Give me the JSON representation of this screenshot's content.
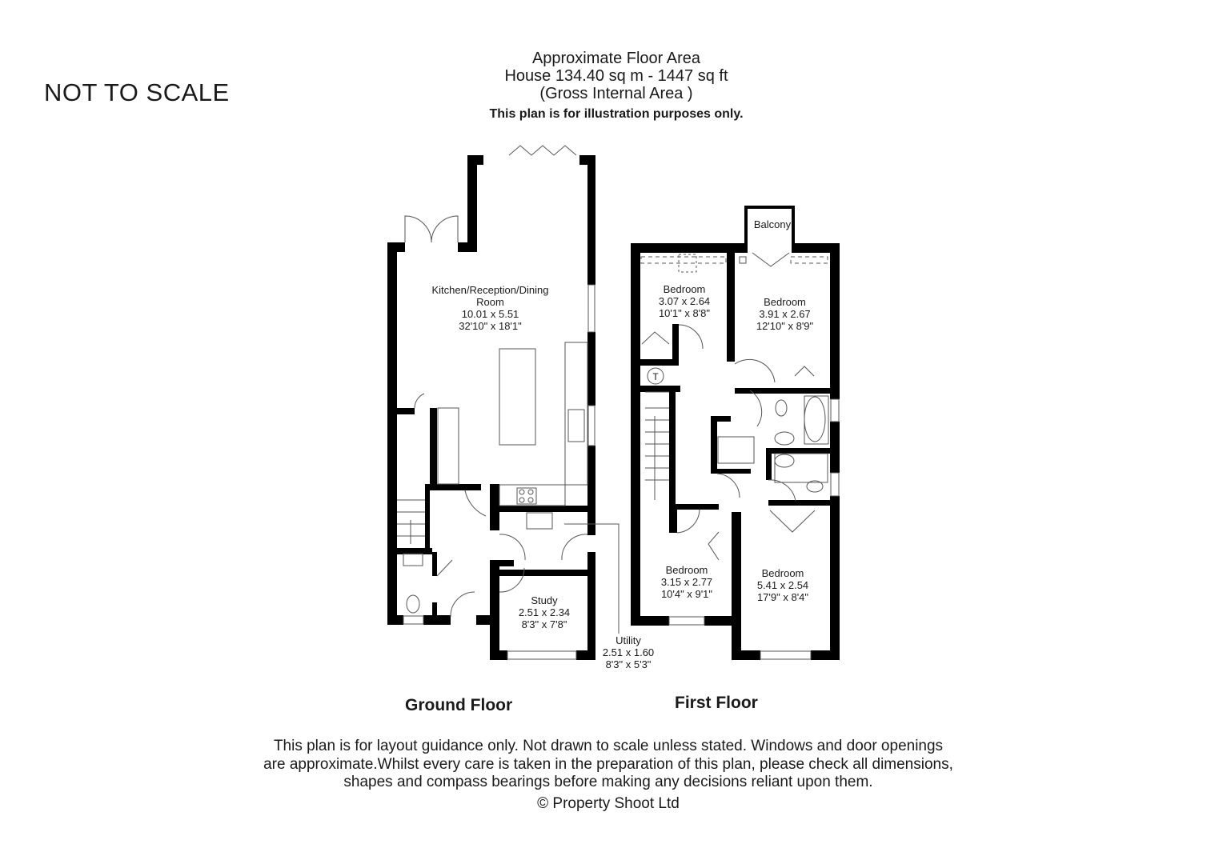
{
  "header": {
    "scale_note": "NOT TO SCALE",
    "title": "Approximate Floor Area",
    "area": "House 134.40 sq m - 1447 sq ft",
    "area_type": "(Gross Internal Area )",
    "illustration_note": "This plan is for illustration purposes only."
  },
  "floors": {
    "ground": {
      "label": "Ground Floor",
      "rooms": [
        {
          "name": "Kitchen/Reception/Dining",
          "name2": "Room",
          "metric": "10.01 x 5.51",
          "imperial": "32'10\" x 18'1\""
        },
        {
          "name": "Study",
          "metric": "2.51 x 2.34",
          "imperial": "8'3\" x 7'8\""
        },
        {
          "name": "Utility",
          "metric": "2.51 x 1.60",
          "imperial": "8'3\" x 5'3\""
        }
      ]
    },
    "first": {
      "label": "First Floor",
      "balcony": "Balcony",
      "tank_symbol": "T",
      "rooms": [
        {
          "name": "Bedroom",
          "metric": "3.07 x 2.64",
          "imperial": "10'1\" x 8'8\""
        },
        {
          "name": "Bedroom",
          "metric": "3.91 x 2.67",
          "imperial": "12'10\" x 8'9\""
        },
        {
          "name": "Bedroom",
          "metric": "3.15 x 2.77",
          "imperial": "10'4\" x 9'1\""
        },
        {
          "name": "Bedroom",
          "metric": "5.41 x 2.54",
          "imperial": "17'9\" x 8'4\""
        }
      ]
    }
  },
  "footer": {
    "line1": "This plan is for layout guidance only. Not drawn to scale unless stated. Windows and door openings",
    "line2": "are approximate.Whilst every care is taken in the preparation of this plan, please check all dimensions,",
    "line3": "shapes and compass bearings before making any decisions reliant upon them.",
    "copyright": "© Property Shoot Ltd"
  },
  "colors": {
    "wall": "#000000",
    "line": "#555555",
    "background": "#ffffff"
  }
}
